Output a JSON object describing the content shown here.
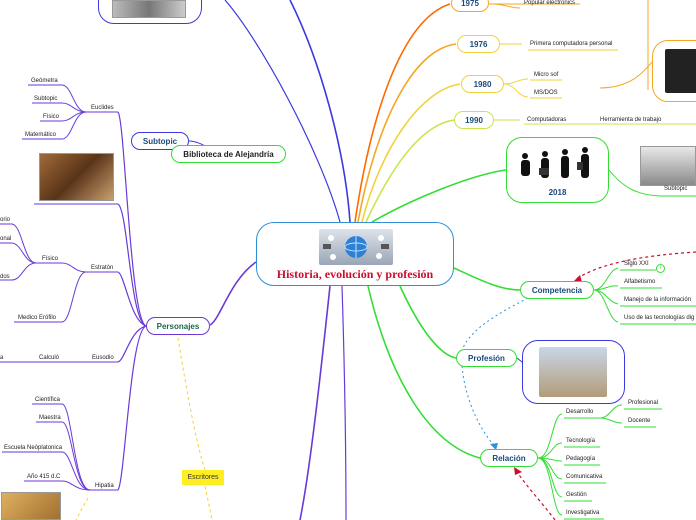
{
  "central": {
    "title": "Historia, evolución y profesión"
  },
  "timeline": [
    {
      "year": "1975",
      "items": [
        "Popular electronics"
      ]
    },
    {
      "year": "1976",
      "items": [
        "Primera computadora personal"
      ]
    },
    {
      "year": "1980",
      "items": [
        "Micro sof",
        "MS/DOS"
      ]
    },
    {
      "year": "1990",
      "items": [
        "Computadoras",
        "Herramienta de trabajo"
      ]
    },
    {
      "year": "2018",
      "items": [
        "Subtopic"
      ]
    }
  ],
  "competencia": {
    "label": "Competencia",
    "items": [
      "Siglo XXI",
      "Alfabetismo",
      "Manejo de la información",
      "Uso de las tecnologías dig"
    ]
  },
  "profesion": {
    "label": "Profesión"
  },
  "relacion": {
    "label": "Relación",
    "items": [
      "Desarrollo",
      "Tecnología",
      "Pedagogía",
      "Comunicativa",
      "Gestión",
      "Investigativa"
    ],
    "desarrollo_items": [
      "Profesional",
      "Docente"
    ]
  },
  "left": {
    "subtopic": "Subtopic",
    "biblioteca": "Biblioteca de Alejandría",
    "personajes": "Personajes",
    "euclides": {
      "label": "Euclides",
      "items": [
        "Geómetra",
        "Subtopic",
        "Físico",
        "Matemático"
      ]
    },
    "estraton": {
      "label": "Estratón",
      "fisico": "Físico",
      "fisico_items": [
        "orio",
        "onal",
        "dos"
      ],
      "medico": "Medico Erófilo"
    },
    "eusodio": {
      "label": "Eusodio",
      "calculo": "Calculó",
      "calculo_item": "a"
    },
    "hipatia": {
      "label": "Hipatia",
      "items": [
        "Científica",
        "Maestra",
        "Escuela Neóplatonica",
        "Año 415 d.C"
      ]
    },
    "escritores": "Escritores"
  },
  "colors": {
    "blue": "#2f8fd8",
    "green": "#33dd33",
    "yellow": "#f2d23a",
    "orange": "#f5a623",
    "purple": "#6a3ad8",
    "red": "#c8102e"
  }
}
